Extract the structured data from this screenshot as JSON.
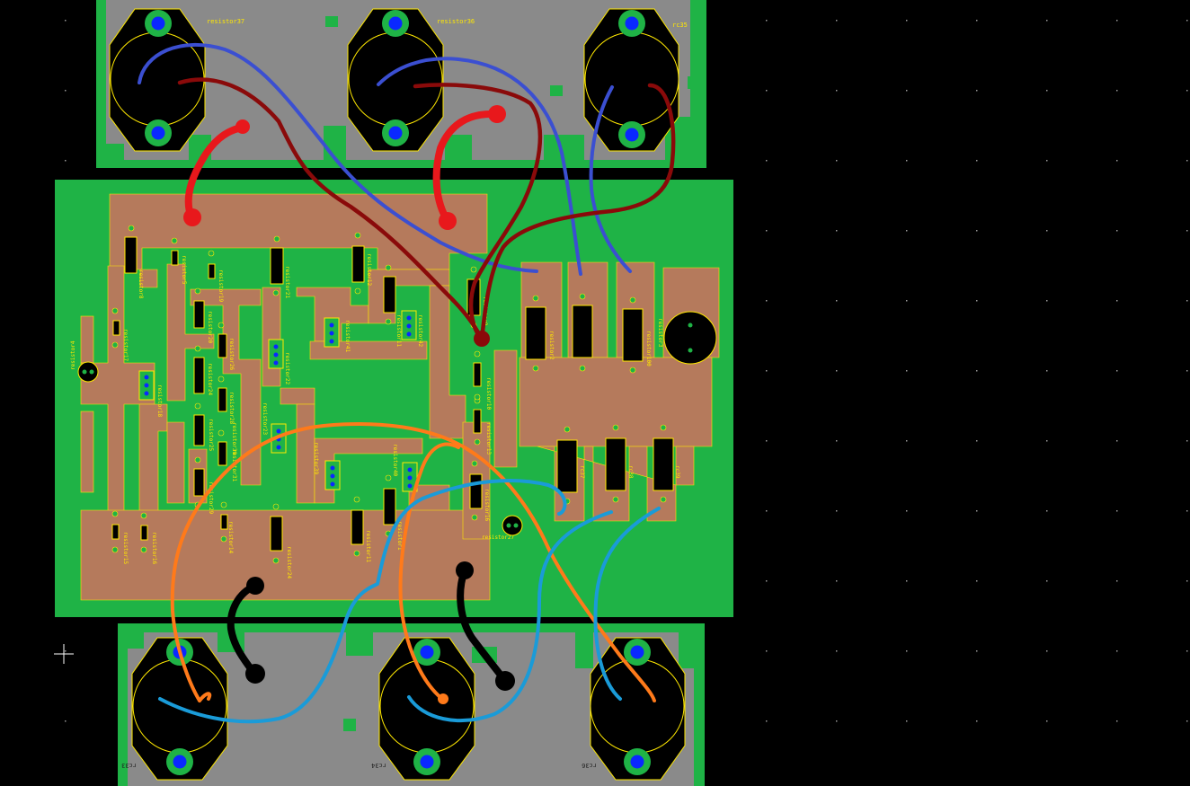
{
  "colors": {
    "background": "#000000",
    "board": "#1fb346",
    "pour": "#b57a5c",
    "heatsink": "#8a8a8a",
    "outline": "#ffe800",
    "drill": "#0a28ff",
    "wire_blue": "#3b4fd1",
    "wire_darkred": "#8a0a0a",
    "wire_red": "#e8181c",
    "wire_orange": "#ff7a1a",
    "wire_lightblue": "#1a9bd8",
    "wire_black": "#000000"
  },
  "cursor_icon": "crosshair-icon",
  "heatsinks": {
    "top": [
      {
        "label": "resistor37"
      },
      {
        "label": "resistor36"
      },
      {
        "label": "rc35"
      }
    ],
    "bottom": [
      {
        "label": "rc33"
      },
      {
        "label": "rc34"
      },
      {
        "label": "rc36"
      }
    ]
  },
  "components": {
    "resistor8": "resistor8",
    "resistor17": "resistor17",
    "resistor4": "resistor4",
    "resistor5": "resistor5",
    "resistor18": "resistor18",
    "resistor19": "resistor19",
    "resistor21": "resistor21",
    "resistor20": "resistor20",
    "resistor22": "resistor22",
    "resistor23": "resistor23",
    "resistor24": "resistor24",
    "resistor25": "resistor25",
    "resistor26": "resistor26",
    "resistor28": "resistor28",
    "resistor29": "resistor29",
    "resistor30": "resistor30",
    "resistor31": "resistor31",
    "resistor14": "resistor14",
    "resistor15": "resistor15",
    "resistor41": "resistor41",
    "resistor42": "resistor42",
    "resistor39": "resistor39",
    "resistor40": "resistor40",
    "resistor1": "resistor1",
    "resistor12": "resistor12",
    "resistor9": "resistor9",
    "resistor10": "resistor10",
    "resistor11": "resistor11",
    "resistor13": "resistor13",
    "resistor16": "resistor16",
    "resistor2": "resistor2",
    "resistor100": "resistor100",
    "resistor27": "resistor27",
    "resistor3": "resistor3",
    "rc37": "rc37",
    "rc38": "rc38",
    "rc39": "rc39"
  }
}
